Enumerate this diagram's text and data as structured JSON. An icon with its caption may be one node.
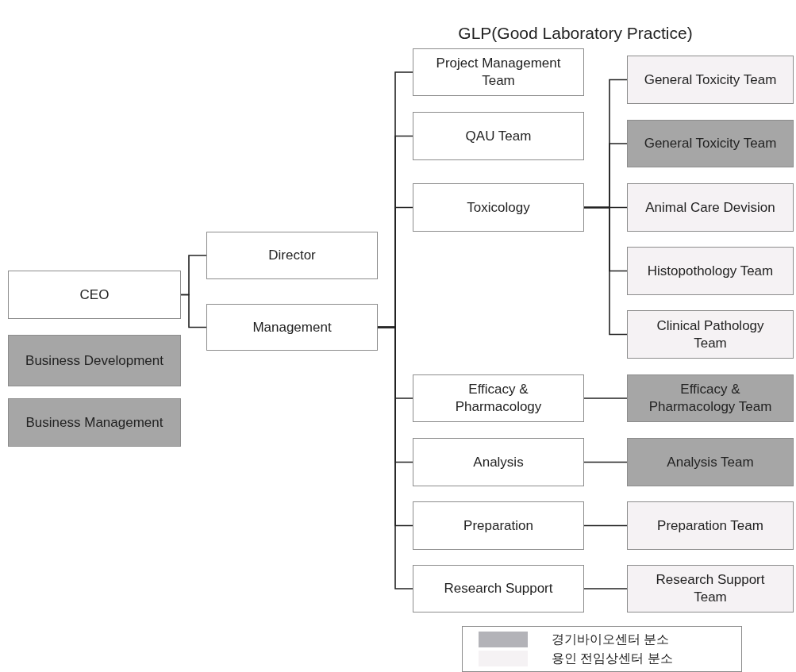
{
  "diagram": {
    "title": "GLP(Good Laboratory Practice)",
    "nodes": [
      {
        "text": [
          "CEO"
        ]
      },
      {
        "text": [
          "Business Development"
        ]
      },
      {
        "text": [
          "Business Management"
        ]
      },
      {
        "text": [
          "Director"
        ]
      },
      {
        "text": [
          "Management"
        ]
      },
      {
        "text": [
          "Project Management Team"
        ]
      },
      {
        "text": [
          "QAU Team"
        ]
      },
      {
        "text": [
          "Toxicology"
        ]
      },
      {
        "text": [
          "General Toxicity Team"
        ]
      },
      {
        "text": [
          "General Toxicity Team"
        ]
      },
      {
        "text": [
          "Animal Care Devision"
        ]
      },
      {
        "text": [
          "Histopothology Team"
        ]
      },
      {
        "text": [
          "Clinical Pathology Team"
        ]
      },
      {
        "text": [
          "Efficacy & Pharmacology"
        ]
      },
      {
        "text": [
          "Efficacy & Pharmacology Team"
        ]
      },
      {
        "text": [
          "Analysis"
        ]
      },
      {
        "text": [
          "Analysis Team"
        ]
      },
      {
        "text": [
          "Preparation"
        ]
      },
      {
        "text": [
          "Preparation Team"
        ]
      },
      {
        "text": [
          "Research Support"
        ]
      },
      {
        "text": [
          "Research Support Team"
        ]
      }
    ],
    "edges": [
      {
        "from": 0,
        "to": 3,
        "arrow": "none"
      },
      {
        "from": 0,
        "to": 4,
        "arrow": "none"
      },
      {
        "from": 4,
        "to": 5,
        "arrow": "none"
      },
      {
        "from": 4,
        "to": 6,
        "arrow": "none"
      },
      {
        "from": 4,
        "to": 7,
        "arrow": "none"
      },
      {
        "from": 4,
        "to": 13,
        "arrow": "none"
      },
      {
        "from": 4,
        "to": 15,
        "arrow": "none"
      },
      {
        "from": 4,
        "to": 17,
        "arrow": "none"
      },
      {
        "from": 4,
        "to": 19,
        "arrow": "none"
      },
      {
        "from": 7,
        "to": 8,
        "arrow": "none"
      },
      {
        "from": 7,
        "to": 9,
        "arrow": "none"
      },
      {
        "from": 7,
        "to": 10,
        "arrow": "none"
      },
      {
        "from": 7,
        "to": 11,
        "arrow": "none"
      },
      {
        "from": 7,
        "to": 12,
        "arrow": "none"
      },
      {
        "from": 13,
        "to": 14,
        "arrow": "none"
      },
      {
        "from": 15,
        "to": 16,
        "arrow": "none"
      },
      {
        "from": 17,
        "to": 18,
        "arrow": "none"
      },
      {
        "from": 19,
        "to": 20,
        "arrow": "none"
      }
    ],
    "legend": [
      {
        "text": "경기바이오센터 분소",
        "color": "#b3b3b8"
      },
      {
        "text": "용인 전임상센터 분소",
        "color": "#f5f2f4"
      }
    ]
  }
}
